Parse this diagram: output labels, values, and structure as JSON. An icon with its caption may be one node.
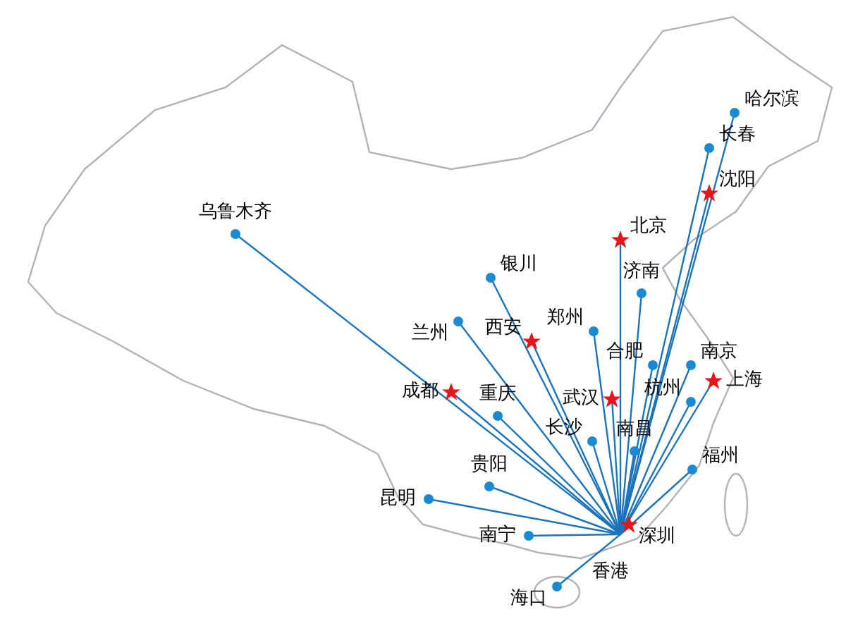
{
  "diagram": {
    "nodes": [
      {
        "text": [
          "哈尔滨"
        ]
      },
      {
        "text": [
          "长春"
        ]
      },
      {
        "text": [
          "沈阳"
        ]
      },
      {
        "text": [
          "北京"
        ]
      },
      {
        "text": [
          "乌鲁木齐"
        ]
      },
      {
        "text": [
          "济南"
        ]
      },
      {
        "text": [
          "银川"
        ]
      },
      {
        "text": [
          "郑州"
        ]
      },
      {
        "text": [
          "兰州"
        ]
      },
      {
        "text": [
          "西安"
        ]
      },
      {
        "text": [
          "合肥"
        ]
      },
      {
        "text": [
          "南京"
        ]
      },
      {
        "text": [
          "上海"
        ]
      },
      {
        "text": [
          "杭州"
        ]
      },
      {
        "text": [
          "成都"
        ]
      },
      {
        "text": [
          "武汉"
        ]
      },
      {
        "text": [
          "重庆"
        ]
      },
      {
        "text": [
          "长沙"
        ]
      },
      {
        "text": [
          "南昌"
        ]
      },
      {
        "text": [
          "福州"
        ]
      },
      {
        "text": [
          "贵阳"
        ]
      },
      {
        "text": [
          "昆明"
        ]
      },
      {
        "text": [
          "深圳"
        ]
      },
      {
        "text": [
          "南宁"
        ]
      },
      {
        "text": [
          "海口"
        ]
      }
    ],
    "edges": [
      {
        "from": 22,
        "to": 0,
        "arrow": "none"
      },
      {
        "from": 22,
        "to": 1,
        "arrow": "none"
      },
      {
        "from": 22,
        "to": 2,
        "arrow": "none"
      },
      {
        "from": 22,
        "to": 3,
        "arrow": "none"
      },
      {
        "from": 22,
        "to": 4,
        "arrow": "none"
      },
      {
        "from": 22,
        "to": 5,
        "arrow": "none"
      },
      {
        "from": 22,
        "to": 6,
        "arrow": "none"
      },
      {
        "from": 22,
        "to": 7,
        "arrow": "none"
      },
      {
        "from": 22,
        "to": 8,
        "arrow": "none"
      },
      {
        "from": 22,
        "to": 9,
        "arrow": "none"
      },
      {
        "from": 22,
        "to": 10,
        "arrow": "none"
      },
      {
        "from": 22,
        "to": 11,
        "arrow": "none"
      },
      {
        "from": 22,
        "to": 12,
        "arrow": "none"
      },
      {
        "from": 22,
        "to": 13,
        "arrow": "none"
      },
      {
        "from": 22,
        "to": 14,
        "arrow": "none"
      },
      {
        "from": 22,
        "to": 15,
        "arrow": "none"
      },
      {
        "from": 22,
        "to": 16,
        "arrow": "none"
      },
      {
        "from": 22,
        "to": 17,
        "arrow": "none"
      },
      {
        "from": 22,
        "to": 18,
        "arrow": "none"
      },
      {
        "from": 22,
        "to": 19,
        "arrow": "none"
      },
      {
        "from": 22,
        "to": 20,
        "arrow": "none"
      },
      {
        "from": 22,
        "to": 21,
        "arrow": "none"
      },
      {
        "from": 22,
        "to": 23,
        "arrow": "none"
      },
      {
        "from": 22,
        "to": 24,
        "arrow": "none"
      }
    ],
    "labels": [
      "香港"
    ]
  }
}
